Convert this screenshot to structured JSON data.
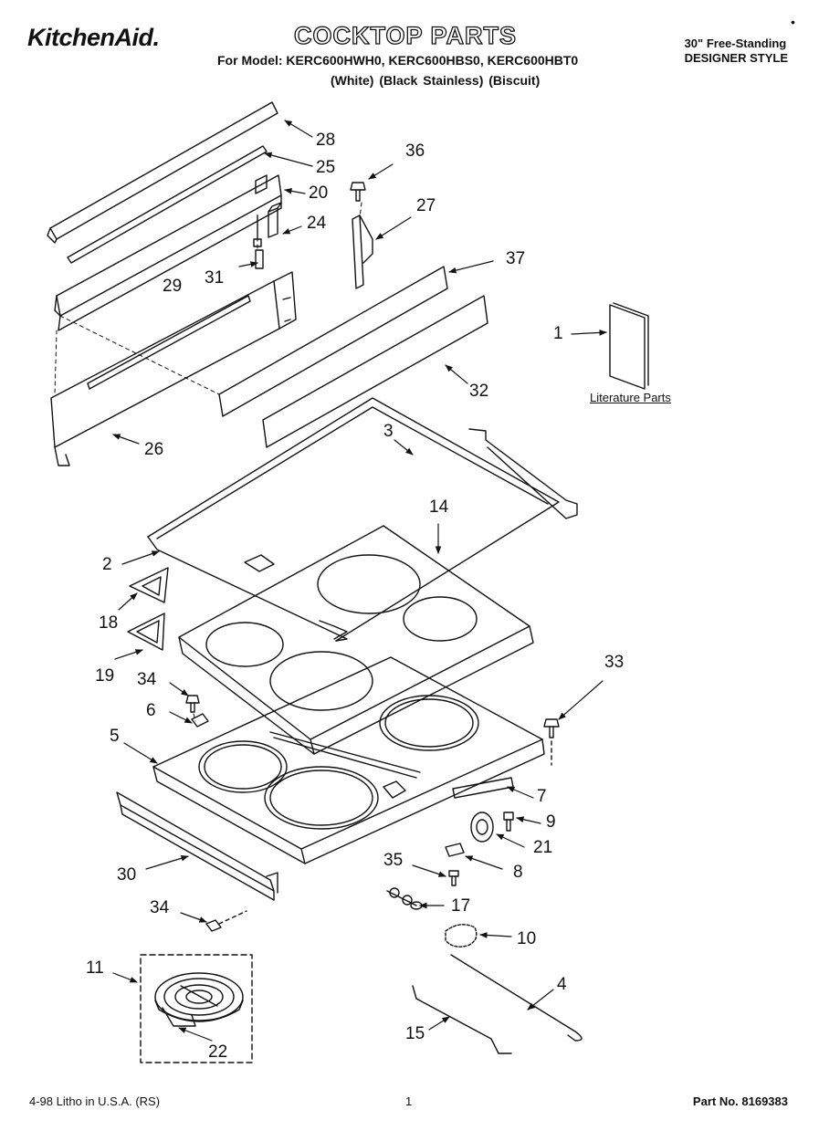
{
  "header": {
    "brand": "KitchenAid.",
    "title": "COCKTOP PARTS",
    "models_line": "For Model: KERC600HWH0, KERC600HBS0, KERC600HBT0",
    "variants": "(White)    (Black Stainless)    (Biscuit)",
    "style_line1": "30\" Free-Standing",
    "style_line2": "DESIGNER STYLE",
    "corner_mark": "•"
  },
  "callouts": [
    "28",
    "25",
    "20",
    "36",
    "24",
    "27",
    "29",
    "31",
    "37",
    "1",
    "32",
    "26",
    "3",
    "14",
    "2",
    "18",
    "19",
    "34",
    "6",
    "33",
    "5",
    "7",
    "9",
    "21",
    "35",
    "8",
    "30",
    "17",
    "34",
    "10",
    "11",
    "4",
    "15",
    "22"
  ],
  "literature_label": "Literature Parts",
  "footer": {
    "left": "4-98 Litho in U.S.A. (RS)",
    "center": "1",
    "right": "Part No. 8169383"
  }
}
